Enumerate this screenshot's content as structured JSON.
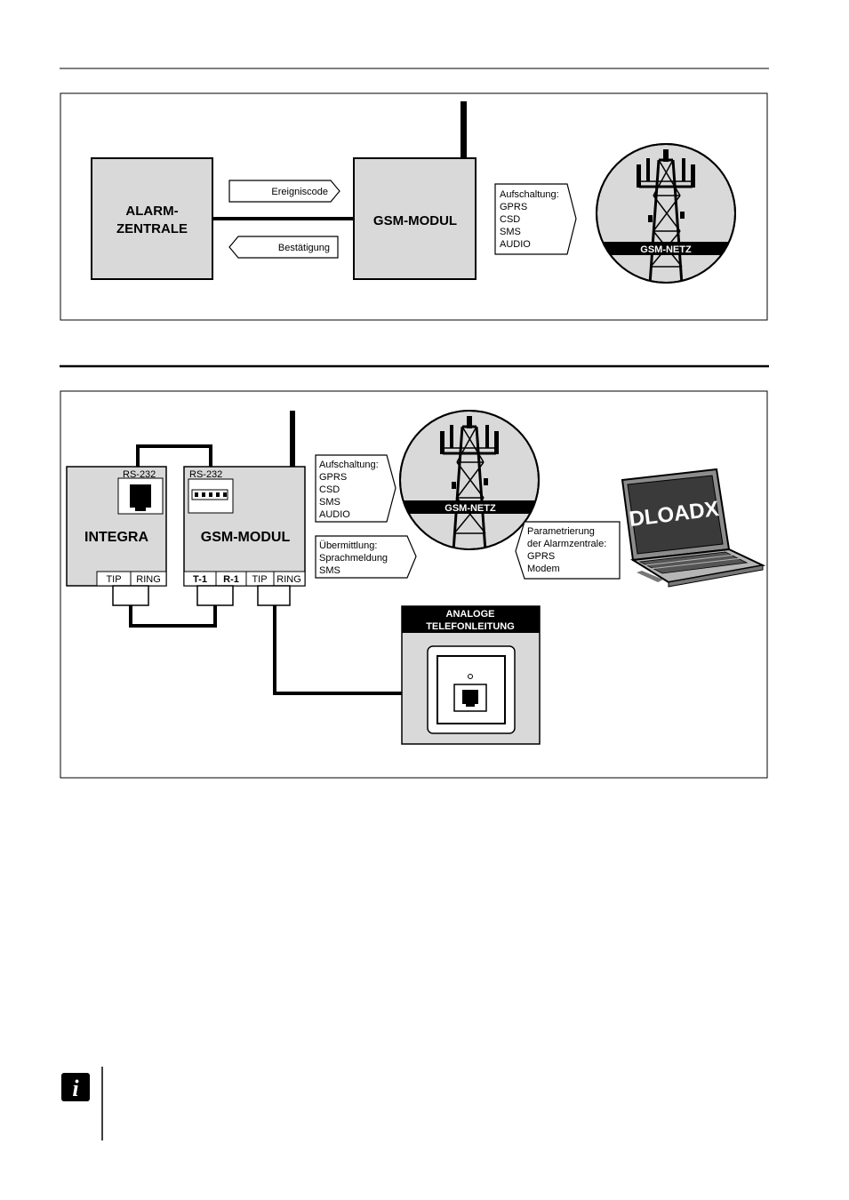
{
  "diagram1": {
    "alarm_panel": [
      "ALARM-",
      "ZENTRALE"
    ],
    "gsm_module": "GSM-MODUL",
    "event_code": "Ereigniscode",
    "confirmation": "Bestätigung",
    "connection_title": "Aufschaltung:",
    "connection_items": [
      "GPRS",
      "CSD",
      "SMS",
      "AUDIO"
    ],
    "network_label": "GSM-NETZ"
  },
  "diagram2": {
    "integra": "INTEGRA",
    "gsm_module": "GSM-MODUL",
    "rs232_left": "RS-232",
    "rs232_right": "RS-232",
    "integra_terminals": [
      "TIP",
      "RING"
    ],
    "gsm_terminals": [
      "T-1",
      "R-1",
      "TIP",
      "RING"
    ],
    "connection_title": "Aufschaltung:",
    "connection_items": [
      "GPRS",
      "CSD",
      "SMS",
      "AUDIO"
    ],
    "transmission_title": "Übermittlung:",
    "transmission_items": [
      "Sprachmeldung",
      "SMS"
    ],
    "network_label": "GSM-NETZ",
    "param_lines": [
      "Parametrierung",
      "der Alarmzentrale:",
      "GPRS",
      "Modem"
    ],
    "laptop_screen": "DLOADX",
    "phone_line": [
      "ANALOGE",
      "TELEFONLEITUNG"
    ]
  },
  "note_icon": "i"
}
